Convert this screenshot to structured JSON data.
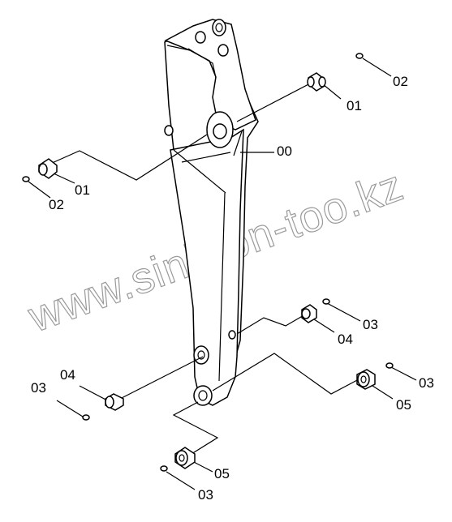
{
  "watermark": "www.sinhron-too.kz",
  "labels": {
    "arm": "00",
    "bushing_top_right": "01",
    "pin_top_right": "02",
    "bushing_left": "01",
    "pin_left": "02",
    "pin_mid_right": "03",
    "bushing_mid_right": "04",
    "pin_lower_left": "03",
    "bushing_lower_left": "04",
    "pin_low_right": "03",
    "bushing_low_right": "05",
    "bushing_bottom": "05",
    "pin_bottom": "03"
  }
}
